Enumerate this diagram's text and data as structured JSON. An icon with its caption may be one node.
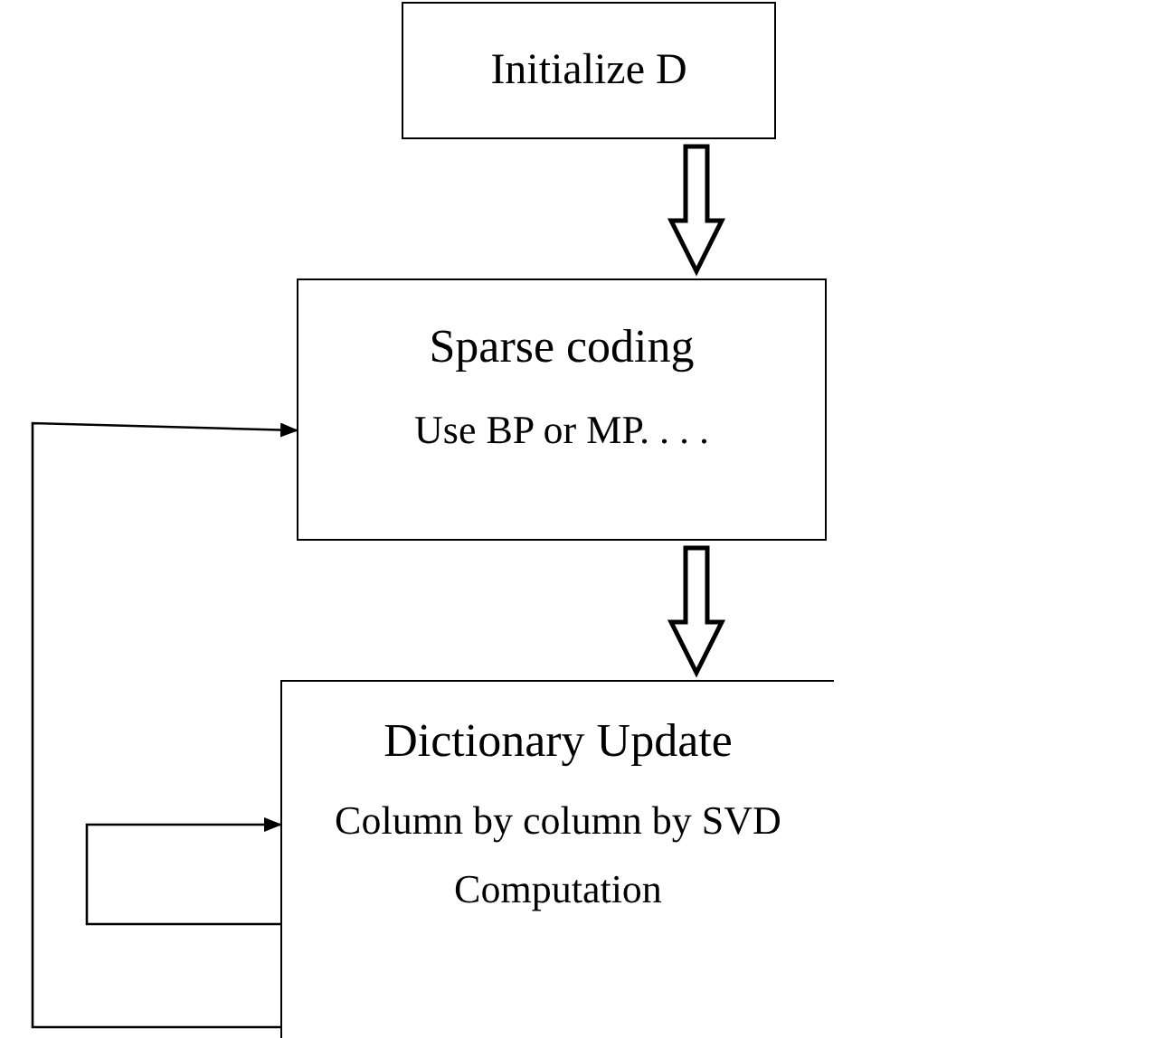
{
  "diagram": {
    "nodes": [
      {
        "text": [
          "Initialize D"
        ]
      },
      {
        "text": [
          "Sparse coding",
          "Use BP or MP. . . ."
        ]
      },
      {
        "text": [
          "Dictionary Update",
          "Column by column by SVD Computation"
        ]
      }
    ],
    "edges": [
      {
        "from": 0,
        "to": 1,
        "arrow": "to",
        "style": "thick"
      },
      {
        "from": 1,
        "to": 2,
        "arrow": "to",
        "style": "thick"
      },
      {
        "from": 2,
        "to": 1,
        "arrow": "to"
      },
      {
        "from": 2,
        "to": 2,
        "arrow": "to"
      }
    ]
  }
}
